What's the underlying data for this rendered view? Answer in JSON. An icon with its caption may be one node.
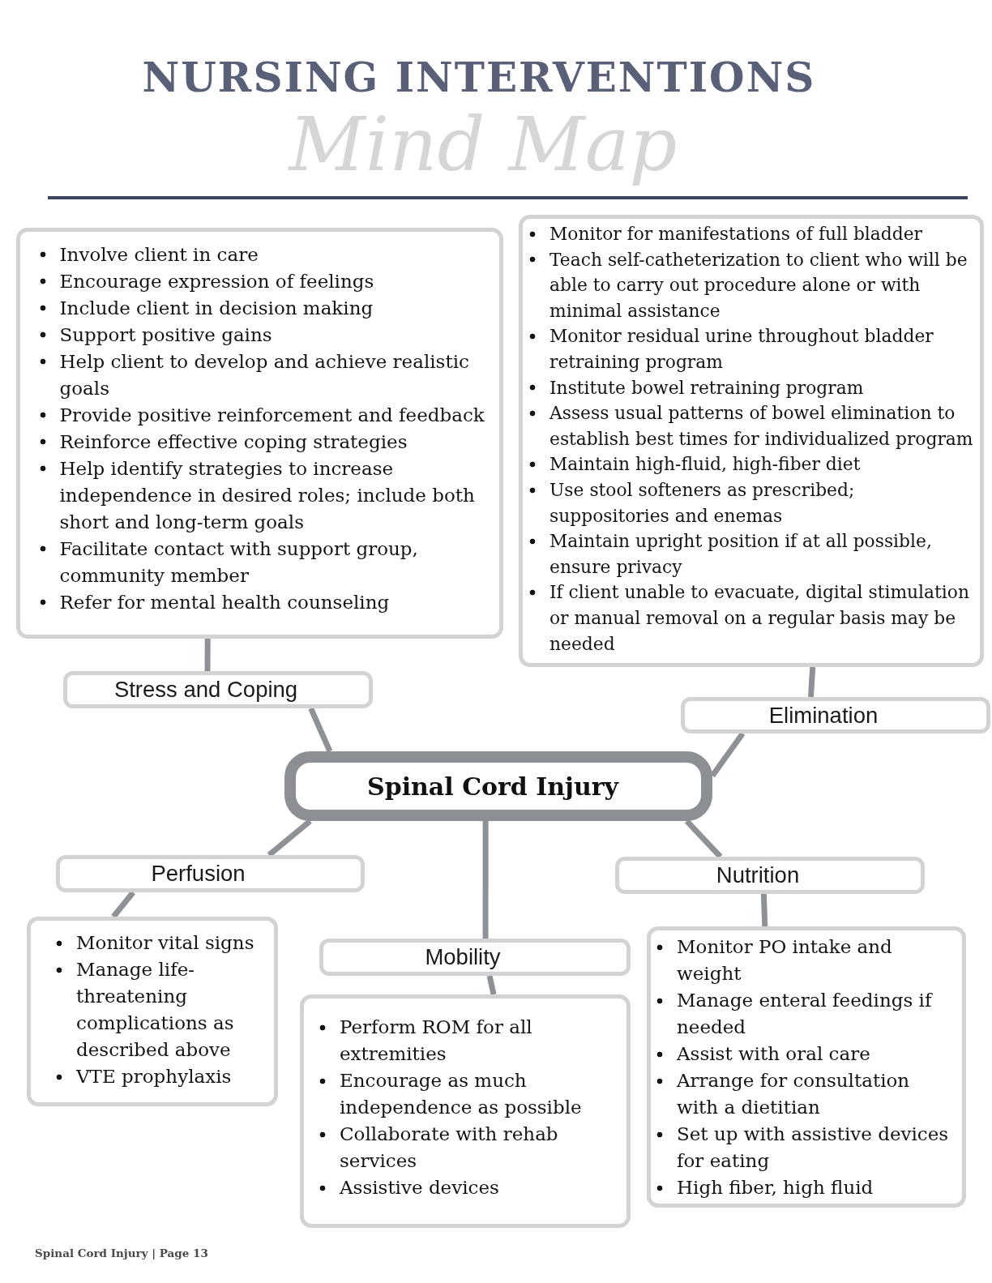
{
  "diagram": {
    "title": "NURSING INTERVENTIONS",
    "nodes": [
      {
        "text": [
          "Involve client in care",
          "Encourage expression of feelings",
          "Include client in decision making",
          "Support positive gains",
          "Help client to develop and achieve realistic goals",
          "Provide positive reinforcement and feedback",
          "Reinforce effective coping strategies",
          "Help identify strategies to increase independence in desired roles; include both short and long-term goals",
          "Facilitate contact with support group, community member",
          "Refer for mental health counseling"
        ]
      },
      {
        "text": [
          "Monitor for manifestations of full bladder",
          "Teach self-catheterization to client who will be able to carry out procedure alone or with minimal assistance",
          "Monitor residual urine throughout bladder retraining program",
          "Institute bowel retraining program",
          "Assess usual patterns of bowel elimination to establish best times for individualized program",
          "Maintain high-fluid, high-fiber diet",
          "Use stool softeners as prescribed; suppositories and enemas",
          "Maintain upright position if at all possible, ensure privacy",
          "If client unable to evacuate, digital stimulation or manual removal on a regular basis may be needed"
        ]
      },
      {
        "text": [
          "Stress and Coping"
        ]
      },
      {
        "text": [
          "Elimination"
        ]
      },
      {
        "text": [
          "Spinal Cord Injury"
        ]
      },
      {
        "text": [
          "Perfusion"
        ]
      },
      {
        "text": [
          "Nutrition"
        ]
      },
      {
        "text": [
          "Mobility"
        ]
      },
      {
        "text": [
          "Monitor vital signs",
          "Manage life-threatening complications as described above",
          "VTE prophylaxis"
        ]
      },
      {
        "text": [
          "Perform ROM for all extremities",
          "Encourage as much independence as possible",
          "Collaborate with rehab services",
          "Assistive devices"
        ]
      },
      {
        "text": [
          "Monitor PO intake and weight",
          "Manage enteral feedings if needed",
          "Assist with oral care",
          "Arrange for consultation with a dietitian",
          "Set up with assistive devices for eating",
          "High fiber, high fluid"
        ]
      }
    ],
    "edges": [
      {
        "from": 4,
        "to": 2,
        "arrow": "none"
      },
      {
        "from": 2,
        "to": 0,
        "arrow": "none"
      },
      {
        "from": 4,
        "to": 3,
        "arrow": "none"
      },
      {
        "from": 3,
        "to": 1,
        "arrow": "none"
      },
      {
        "from": 4,
        "to": 5,
        "arrow": "none"
      },
      {
        "from": 5,
        "to": 8,
        "arrow": "none"
      },
      {
        "from": 4,
        "to": 7,
        "arrow": "none"
      },
      {
        "from": 7,
        "to": 9,
        "arrow": "none"
      },
      {
        "from": 4,
        "to": 6,
        "arrow": "none"
      },
      {
        "from": 6,
        "to": 10,
        "arrow": "none"
      }
    ],
    "labels": [
      "Mind Map",
      "Spinal Cord Injury | Page 13"
    ]
  }
}
